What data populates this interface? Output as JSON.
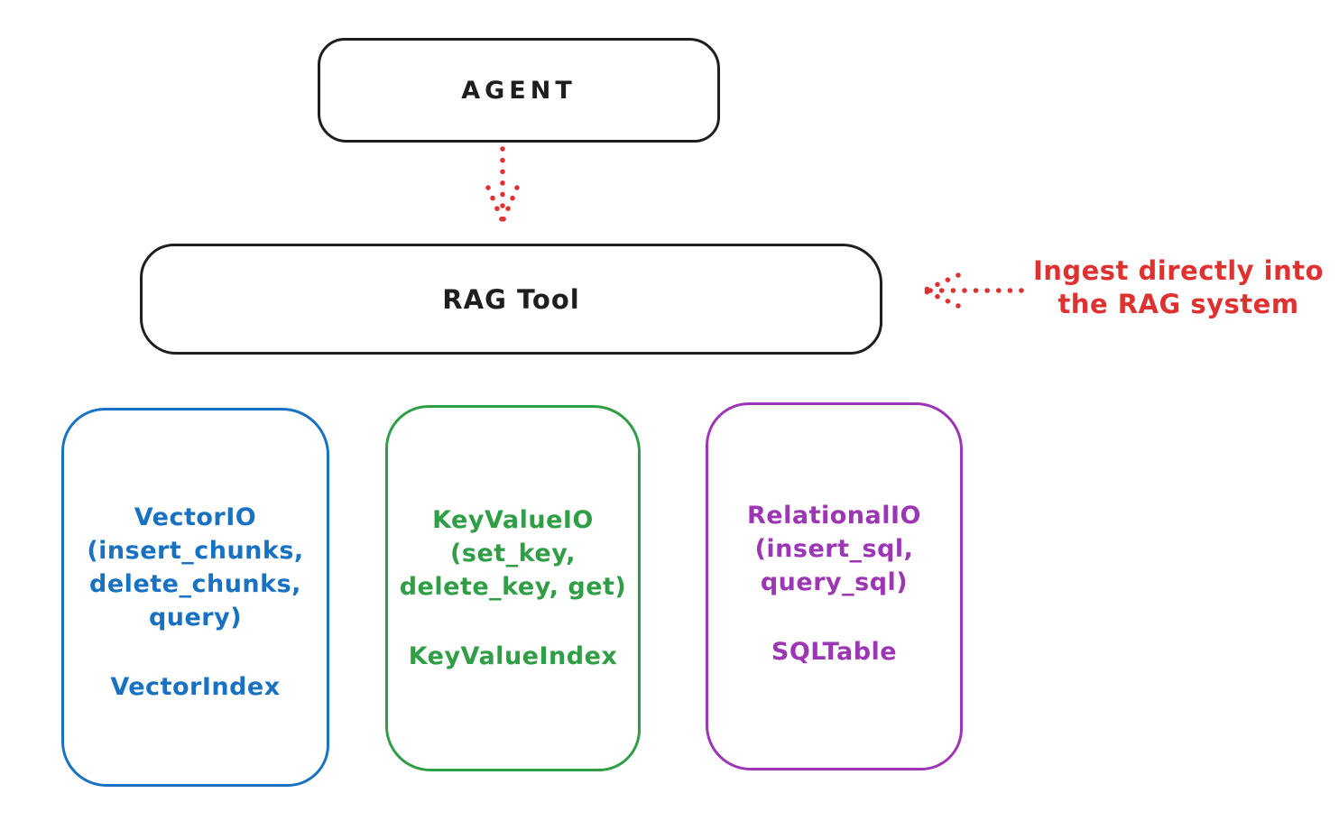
{
  "colors": {
    "ink": "#1e1e1e",
    "red": "#e03131",
    "blue": "#1971c2",
    "green": "#2f9e44",
    "purple": "#9c36b5"
  },
  "agent": {
    "label": "AGENT"
  },
  "rag_tool": {
    "label": "RAG Tool"
  },
  "annotation": {
    "line1": "Ingest directly into",
    "line2": "the RAG system"
  },
  "storage_boxes": [
    {
      "name": "vector-io",
      "color": "#1971c2",
      "lines": [
        "VectorIO",
        "(insert_chunks,",
        "delete_chunks,",
        "query)"
      ],
      "index_label": "VectorIndex"
    },
    {
      "name": "keyvalue-io",
      "color": "#2f9e44",
      "lines": [
        "KeyValueIO",
        "(set_key,",
        "delete_key, get)"
      ],
      "index_label": "KeyValueIndex"
    },
    {
      "name": "relational-io",
      "color": "#9c36b5",
      "lines": [
        "RelationalIO",
        "(insert_sql,",
        "query_sql)"
      ],
      "index_label": "SQLTable"
    }
  ]
}
